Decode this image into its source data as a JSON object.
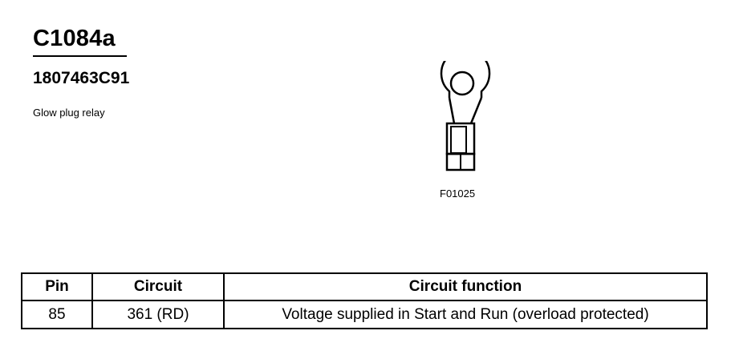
{
  "connector": {
    "id": "C1084a",
    "part_number": "1807463C91",
    "description": "Glow plug relay"
  },
  "figure": {
    "icon": "ring-terminal-icon",
    "code": "F01025"
  },
  "table": {
    "headers": [
      "Pin",
      "Circuit",
      "Circuit function"
    ],
    "rows": [
      [
        "85",
        "361 (RD)",
        "Voltage supplied in Start and Run (overload protected)"
      ]
    ]
  }
}
